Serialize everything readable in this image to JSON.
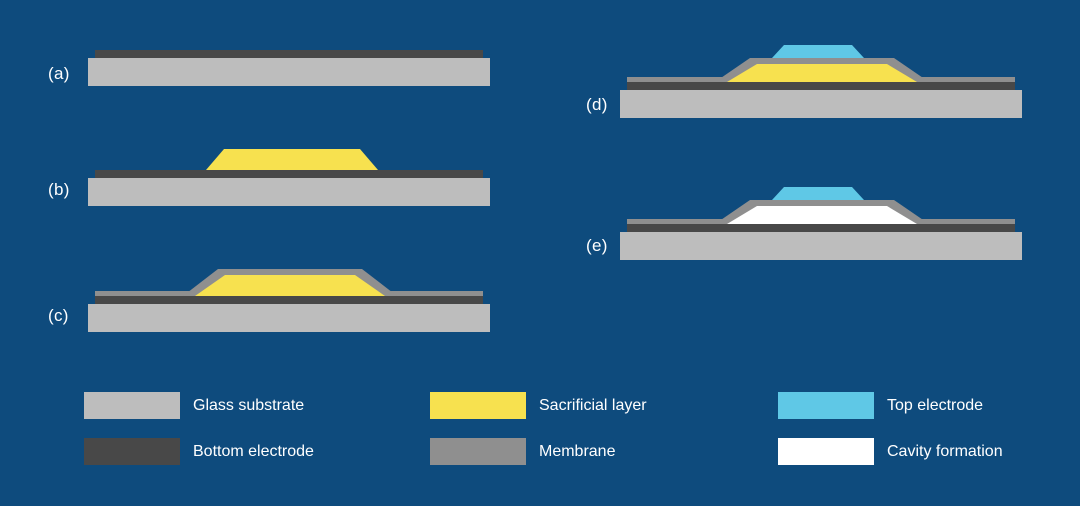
{
  "diagram": {
    "steps": [
      {
        "label": "(a)"
      },
      {
        "label": "(b)"
      },
      {
        "label": "(c)"
      },
      {
        "label": "(d)"
      },
      {
        "label": "(e)"
      }
    ]
  },
  "legend": {
    "items": [
      {
        "label": "Glass substrate"
      },
      {
        "label": "Bottom electrode"
      },
      {
        "label": "Sacrificial layer"
      },
      {
        "label": "Membrane"
      },
      {
        "label": "Top electrode"
      },
      {
        "label": "Cavity formation"
      }
    ]
  },
  "colors": {
    "background": "#0e4b7d",
    "glass_substrate": "#bdbdbd",
    "bottom_electrode": "#484848",
    "sacrificial_layer": "#f7e14f",
    "membrane": "#8f8f8f",
    "top_electrode": "#5fc8e6",
    "cavity": "#ffffff",
    "text": "#ffffff"
  }
}
